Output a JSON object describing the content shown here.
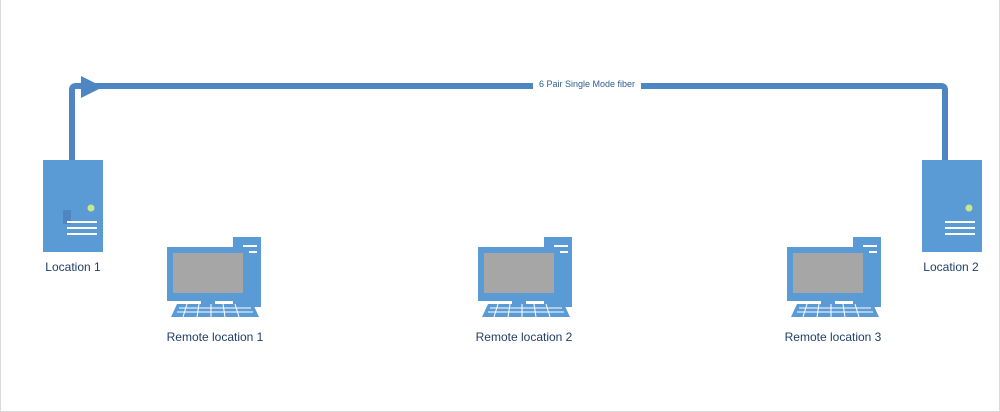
{
  "diagram": {
    "colors": {
      "link": "#4e86c4",
      "server": "#5b9bd5",
      "server_light": "#ffffff",
      "server_led": "#c8e88a",
      "pc_body": "#5b9bd5",
      "pc_screen": "#a6a6a6",
      "label": "#1f3f66"
    },
    "link": {
      "label": "6 Pair Single Mode fiber",
      "icon": "arrow-line"
    },
    "nodes": [
      {
        "id": "location-1",
        "label": "Location 1",
        "icon": "server-icon"
      },
      {
        "id": "location-2",
        "label": "Location 2",
        "icon": "server-icon"
      },
      {
        "id": "remote-location-1",
        "label": "Remote location 1",
        "icon": "computer-icon"
      },
      {
        "id": "remote-location-2",
        "label": "Remote location 2",
        "icon": "computer-icon"
      },
      {
        "id": "remote-location-3",
        "label": "Remote location 3",
        "icon": "computer-icon"
      }
    ]
  }
}
